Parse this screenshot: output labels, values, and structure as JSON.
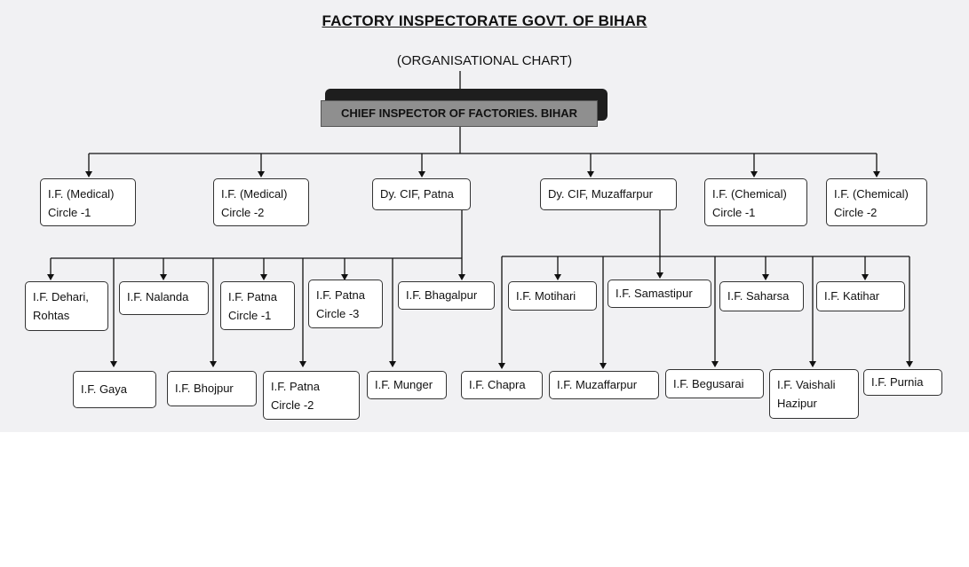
{
  "title": "FACTORY INSPECTORATE  GOVT. OF BIHAR",
  "subtitle": "(ORGANISATIONAL CHART)",
  "head": "CHIEF INSPECTOR OF FACTORIES. BIHAR",
  "level1": {
    "med1": [
      "I.F. (Medical)",
      "Circle -1"
    ],
    "med2": [
      "I.F. (Medical)",
      "Circle -2"
    ],
    "dy_patna": "Dy. CIF, Patna",
    "dy_muz": "Dy. CIF, Muzaffarpur",
    "chem1": [
      "I.F. (Chemical)",
      "Circle -1"
    ],
    "chem2": [
      "I.F. (Chemical)",
      "Circle -2"
    ]
  },
  "patna_division": {
    "dehari": [
      "I.F. Dehari,",
      "Rohtas"
    ],
    "nalanda": "I.F. Nalanda",
    "patna1": [
      "I.F. Patna",
      "Circle -1"
    ],
    "patna3": [
      "I.F. Patna",
      "Circle -3"
    ],
    "bhagalpur": "I.F. Bhagalpur",
    "gaya": "I.F. Gaya",
    "bhojpur": "I.F. Bhojpur",
    "patna2": [
      "I.F. Patna",
      "Circle -2"
    ],
    "munger": "I.F. Munger"
  },
  "muzaffarpur_division": {
    "motihari": "I.F. Motihari",
    "samastipur": "I.F. Samastipur",
    "saharsa": "I.F. Saharsa",
    "katihar": "I.F. Katihar",
    "chapra": "I.F. Chapra",
    "muzaffarpur": "I.F. Muzaffarpur",
    "begusarai": "I.F. Begusarai",
    "vaishali": [
      "I.F. Vaishali",
      "Hazipur"
    ],
    "purnia": "I.F. Purnia"
  }
}
